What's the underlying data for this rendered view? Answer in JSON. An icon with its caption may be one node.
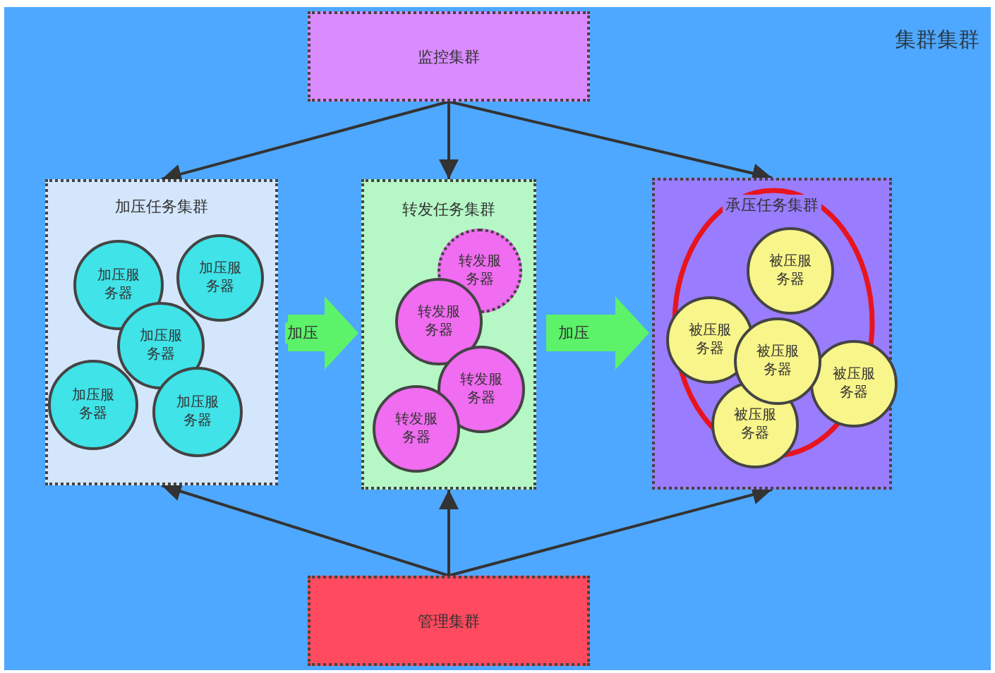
{
  "diagram": {
    "nodes": [
      {
        "text": [
          "监控集群"
        ]
      },
      {
        "text": [
          "加压任务集群"
        ]
      },
      {
        "text": [
          "加压服务器"
        ],
        "in": 1
      },
      {
        "text": [
          "加压服务器"
        ],
        "in": 1
      },
      {
        "text": [
          "加压服务器"
        ],
        "in": 1
      },
      {
        "text": [
          "加压服务器"
        ],
        "in": 1
      },
      {
        "text": [
          "加压服务器"
        ],
        "in": 1
      },
      {
        "text": [
          "转发任务集群"
        ]
      },
      {
        "text": [
          "转发服务器"
        ],
        "in": 7
      },
      {
        "text": [
          "转发服务器"
        ],
        "in": 7
      },
      {
        "text": [
          "转发服务器"
        ],
        "in": 7
      },
      {
        "text": [
          "转发服务器"
        ],
        "in": 7
      },
      {
        "text": [
          "承压任务集群"
        ]
      },
      {
        "text": [
          "被压服务器"
        ],
        "in": 12
      },
      {
        "text": [
          "被压服务器"
        ],
        "in": 12
      },
      {
        "text": [
          "被压服务器"
        ],
        "in": 12
      },
      {
        "text": [
          "被压服务器"
        ],
        "in": 12
      },
      {
        "text": [
          "被压服务器"
        ],
        "in": 12
      },
      {
        "text": [
          "管理集群"
        ]
      }
    ],
    "edges": [
      {
        "from": 0,
        "to": 1,
        "arrow": "to"
      },
      {
        "from": 0,
        "to": 7,
        "arrow": "to"
      },
      {
        "from": 0,
        "to": 12,
        "arrow": "to"
      },
      {
        "from": 1,
        "to": 7,
        "arrow": "to",
        "label": "加压",
        "style": "thick",
        "color": "#5cf26a"
      },
      {
        "from": 7,
        "to": 12,
        "arrow": "to",
        "label": "加压",
        "style": "thick",
        "color": "#5cf26a"
      },
      {
        "from": 18,
        "to": 1,
        "arrow": "to"
      },
      {
        "from": 18,
        "to": 7,
        "arrow": "to"
      },
      {
        "from": 18,
        "to": 12,
        "arrow": "to"
      }
    ],
    "labels": [
      "集群集群"
    ]
  }
}
